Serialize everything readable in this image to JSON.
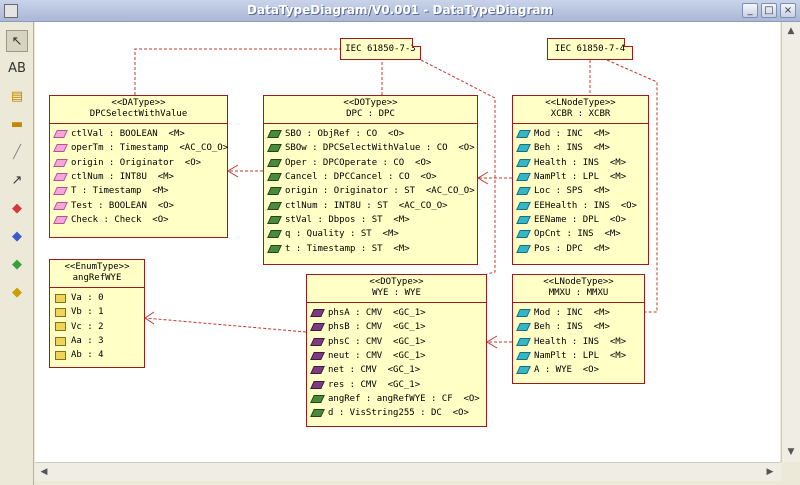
{
  "window": {
    "title": "DataTypeDiagram/V0.001 - DataTypeDiagram"
  },
  "window_buttons": {
    "minimize": "_",
    "maximize": "□",
    "close": "×"
  },
  "toolbar": [
    {
      "icon": "pointer-icon",
      "glyph": "↖"
    },
    {
      "icon": "text-tool-icon",
      "glyph": "AB"
    },
    {
      "icon": "note-tool-icon",
      "glyph": "▤"
    },
    {
      "icon": "note-link-tool-icon",
      "glyph": "▬"
    },
    {
      "icon": "dashed-line-tool-icon",
      "glyph": "╱"
    },
    {
      "icon": "arrow-tool-icon",
      "glyph": "↗"
    },
    {
      "icon": "class-red-tool-icon",
      "glyph": "◆"
    },
    {
      "icon": "class-blue-tool-icon",
      "glyph": "◆"
    },
    {
      "icon": "class-green-tool-icon",
      "glyph": "◆"
    },
    {
      "icon": "class-yellow-tool-icon",
      "glyph": "◆"
    }
  ],
  "colors": {
    "border": "#9c1c1c",
    "fill": "#ffffc6",
    "link": "#c0392b"
  },
  "notes": [
    {
      "id": "note-iec-7-3",
      "text": "IEC 61850-7-3"
    },
    {
      "id": "note-iec-7-4",
      "text": "IEC 61850-7-4"
    }
  ],
  "classes": {
    "dpcswv": {
      "stereotype": "<<DAType>>",
      "name": "DPCSelectWithValue",
      "attrs": [
        {
          "icon": "pink",
          "text": "ctlVal : BOOLEAN  <M>"
        },
        {
          "icon": "pink",
          "text": "operTm : Timestamp  <AC_CO_O>"
        },
        {
          "icon": "pink",
          "text": "origin : Originator  <O>"
        },
        {
          "icon": "pink",
          "text": "ctlNum : INT8U  <M>"
        },
        {
          "icon": "pink",
          "text": "T : Timestamp  <M>"
        },
        {
          "icon": "pink",
          "text": "Test : BOOLEAN  <O>"
        },
        {
          "icon": "pink",
          "text": "Check : Check  <O>"
        }
      ]
    },
    "dpc": {
      "stereotype": "<<DOType>>",
      "name": "DPC : DPC",
      "attrs": [
        {
          "icon": "green",
          "text": "SBO : ObjRef : CO  <O>"
        },
        {
          "icon": "green",
          "text": "SBOw : DPCSelectWithValue : CO  <O>"
        },
        {
          "icon": "green",
          "text": "Oper : DPCOperate : CO  <O>"
        },
        {
          "icon": "green",
          "text": "Cancel : DPCCancel : CO  <O>"
        },
        {
          "icon": "green",
          "text": "origin : Originator : ST  <AC_CO_O>"
        },
        {
          "icon": "green",
          "text": "ctlNum : INT8U : ST  <AC_CO_O>"
        },
        {
          "icon": "green",
          "text": "stVal : Dbpos : ST  <M>"
        },
        {
          "icon": "green",
          "text": "q : Quality : ST  <M>"
        },
        {
          "icon": "green",
          "text": "t : Timestamp : ST  <M>"
        }
      ]
    },
    "xcbr": {
      "stereotype": "<<LNodeType>>",
      "name": "XCBR : XCBR",
      "attrs": [
        {
          "icon": "teal",
          "text": "Mod : INC  <M>"
        },
        {
          "icon": "teal",
          "text": "Beh : INS  <M>"
        },
        {
          "icon": "teal",
          "text": "Health : INS  <M>"
        },
        {
          "icon": "teal",
          "text": "NamPlt : LPL  <M>"
        },
        {
          "icon": "teal",
          "text": "Loc : SPS  <M>"
        },
        {
          "icon": "teal",
          "text": "EEHealth : INS  <O>"
        },
        {
          "icon": "teal",
          "text": "EEName : DPL  <O>"
        },
        {
          "icon": "teal",
          "text": "OpCnt : INS  <M>"
        },
        {
          "icon": "teal",
          "text": "Pos : DPC  <M>"
        }
      ]
    },
    "angrefwye": {
      "stereotype": "<<EnumType>>",
      "name": "angRefWYE",
      "attrs": [
        {
          "icon": "enum",
          "text": "Va : 0"
        },
        {
          "icon": "enum",
          "text": "Vb : 1"
        },
        {
          "icon": "enum",
          "text": "Vc : 2"
        },
        {
          "icon": "enum",
          "text": "Aa : 3"
        },
        {
          "icon": "enum",
          "text": "Ab : 4"
        }
      ]
    },
    "wye": {
      "stereotype": "<<DOType>>",
      "name": "WYE : WYE",
      "attrs": [
        {
          "icon": "purple",
          "text": "phsA : CMV  <GC_1>"
        },
        {
          "icon": "purple",
          "text": "phsB : CMV  <GC_1>"
        },
        {
          "icon": "purple",
          "text": "phsC : CMV  <GC_1>"
        },
        {
          "icon": "purple",
          "text": "neut : CMV  <GC_1>"
        },
        {
          "icon": "purple",
          "text": "net : CMV  <GC_1>"
        },
        {
          "icon": "purple",
          "text": "res : CMV  <GC_1>"
        },
        {
          "icon": "green",
          "text": "angRef : angRefWYE : CF  <O>"
        },
        {
          "icon": "green",
          "text": "d : VisString255 : DC  <O>"
        }
      ]
    },
    "mmxu": {
      "stereotype": "<<LNodeType>>",
      "name": "MMXU : MMXU",
      "attrs": [
        {
          "icon": "teal",
          "text": "Mod : INC  <M>"
        },
        {
          "icon": "teal",
          "text": "Beh : INS  <M>"
        },
        {
          "icon": "teal",
          "text": "Health : INS  <M>"
        },
        {
          "icon": "teal",
          "text": "NamPlt : LPL  <M>"
        },
        {
          "icon": "teal",
          "text": "A : WYE  <O>"
        }
      ]
    }
  }
}
